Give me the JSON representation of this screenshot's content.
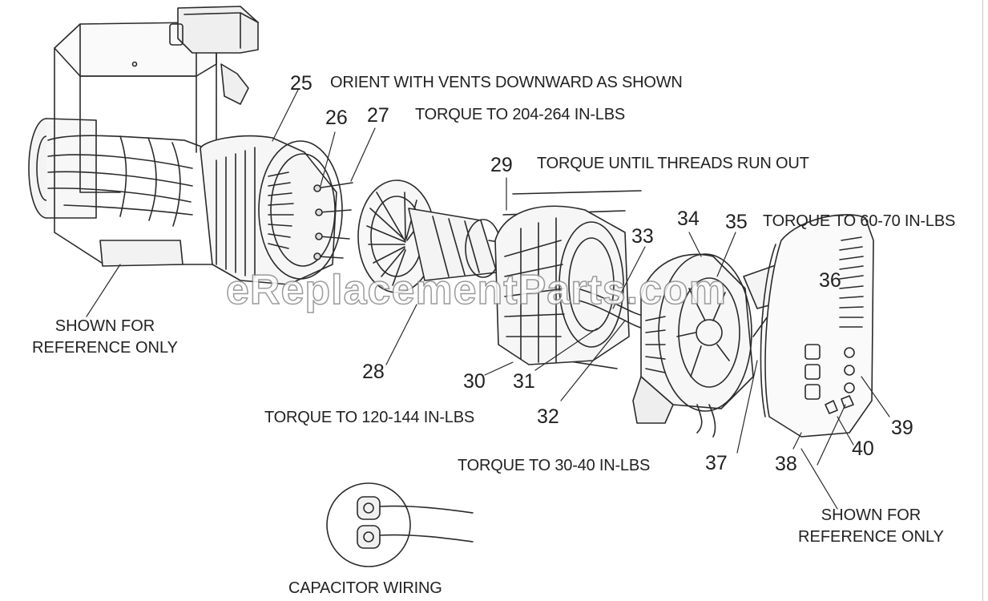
{
  "watermark": "eReplacementParts.com",
  "part_numbers": [
    "25",
    "26",
    "27",
    "28",
    "29",
    "30",
    "31",
    "32",
    "33",
    "34",
    "35",
    "36",
    "37",
    "38",
    "39",
    "40"
  ],
  "notes": {
    "orient_vents": "ORIENT WITH VENTS DOWNWARD AS SHOWN",
    "torque_204_264": "TORQUE TO 204-264 IN-LBS",
    "torque_threads": "TORQUE UNTIL THREADS RUN OUT",
    "torque_60_70": "TORQUE TO 60-70 IN-LBS",
    "torque_120_144": "TORQUE TO 120-144 IN-LBS",
    "torque_30_40": "TORQUE TO 30-40 IN-LBS",
    "capacitor_wiring": "CAPACITOR WIRING"
  },
  "reference_left": [
    "SHOWN FOR",
    "REFERENCE ONLY"
  ],
  "reference_right": [
    "SHOWN FOR",
    "REFERENCE ONLY"
  ]
}
